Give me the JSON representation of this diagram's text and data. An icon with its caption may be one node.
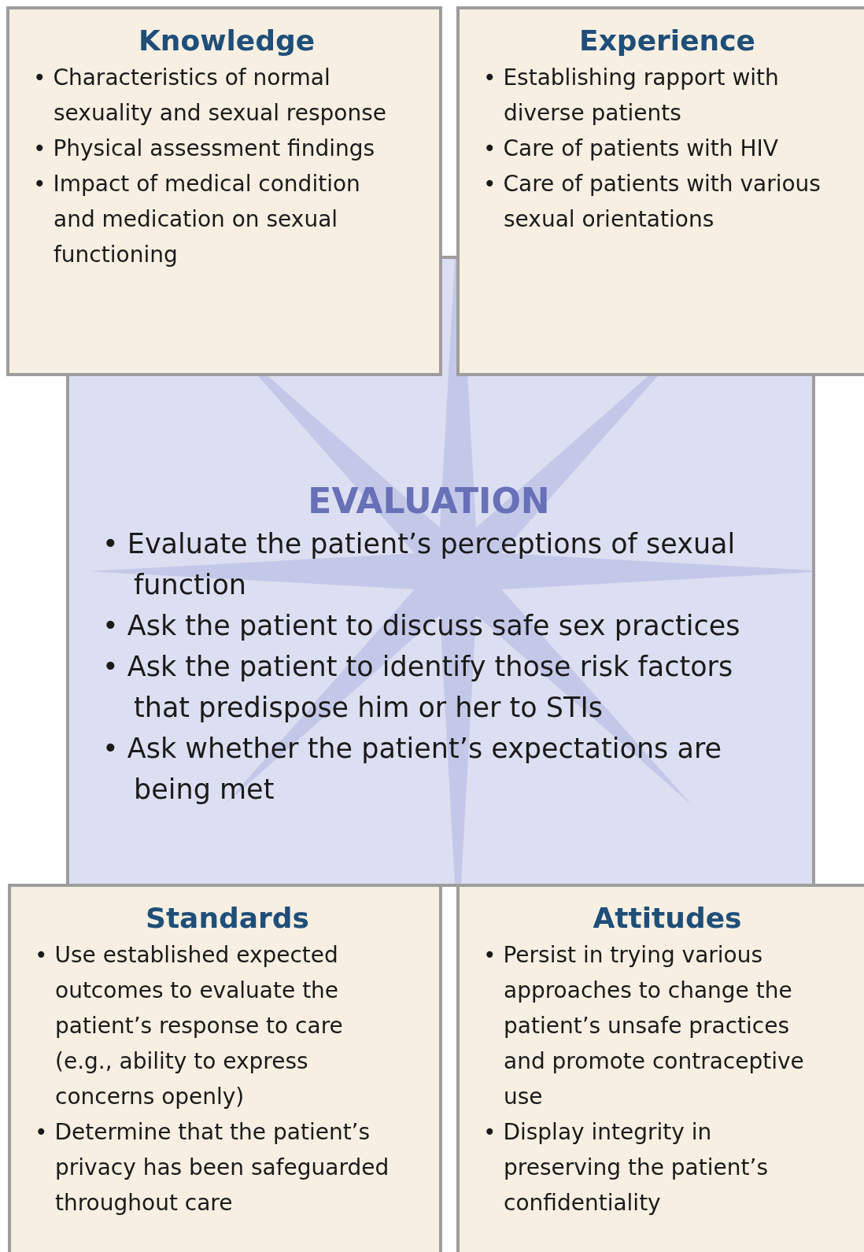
{
  "diagram": {
    "nodes": [
      {
        "text": [
          "Knowledge",
          "• Characteristics of normal sexuality and sexual response",
          "• Physical assessment findings",
          "• Impact of medical condition and medication on sexual functioning"
        ]
      },
      {
        "text": [
          "Experience",
          "• Establishing rapport with diverse patients",
          "• Care of patients with HIV",
          "• Care of patients with various sexual orientations"
        ]
      },
      {
        "text": [
          "EVALUATION",
          "• Evaluate the patient’s perceptions of sexual function",
          "• Ask the patient to discuss safe sex practices",
          "• Ask the patient to identify those risk factors that predispose him or her to STIs",
          "• Ask whether  the patient’s expectations are being met"
        ]
      },
      {
        "text": [
          "Standards",
          "• Use established expected outcomes to evaluate the patient’s response to care (e.g., ability to express concerns openly)",
          "• Determine that the patient’s privacy has been safeguarded throughout care"
        ]
      },
      {
        "text": [
          "Attitudes",
          "• Persist in trying various approaches to change the patient’s unsafe practices and promote contraceptive use",
          "• Display integrity in preserving the patient’s confidentiality"
        ]
      }
    ]
  }
}
